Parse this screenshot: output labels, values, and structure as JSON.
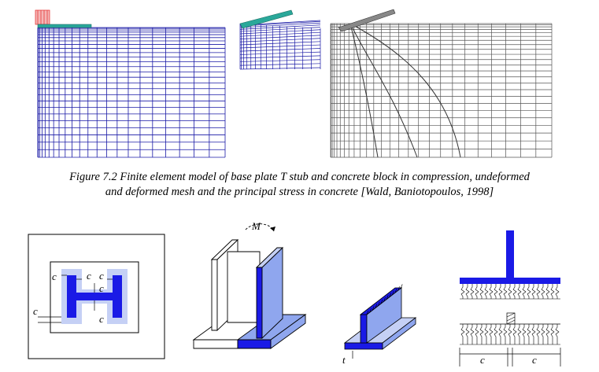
{
  "caption": {
    "line1": "Figure 7.2  Finite element model of base plate T stub and concrete block in compression, undeformed",
    "line2": "and deformed mesh and the principal stress in concrete [Wald, Baniotopoulos, 1998]"
  },
  "labels": {
    "c": "c",
    "moment": "M",
    "thickness": "t"
  },
  "colors": {
    "mesh_blue": "#1a1aa6",
    "steel_blue": "#1a1ae6",
    "steel_light": "#8fa6ee",
    "steel_pale": "#c5d0f5",
    "load_red": "#e63a3a",
    "mesh_teal": "#2aa89a",
    "gray_mesh": "#555555"
  }
}
